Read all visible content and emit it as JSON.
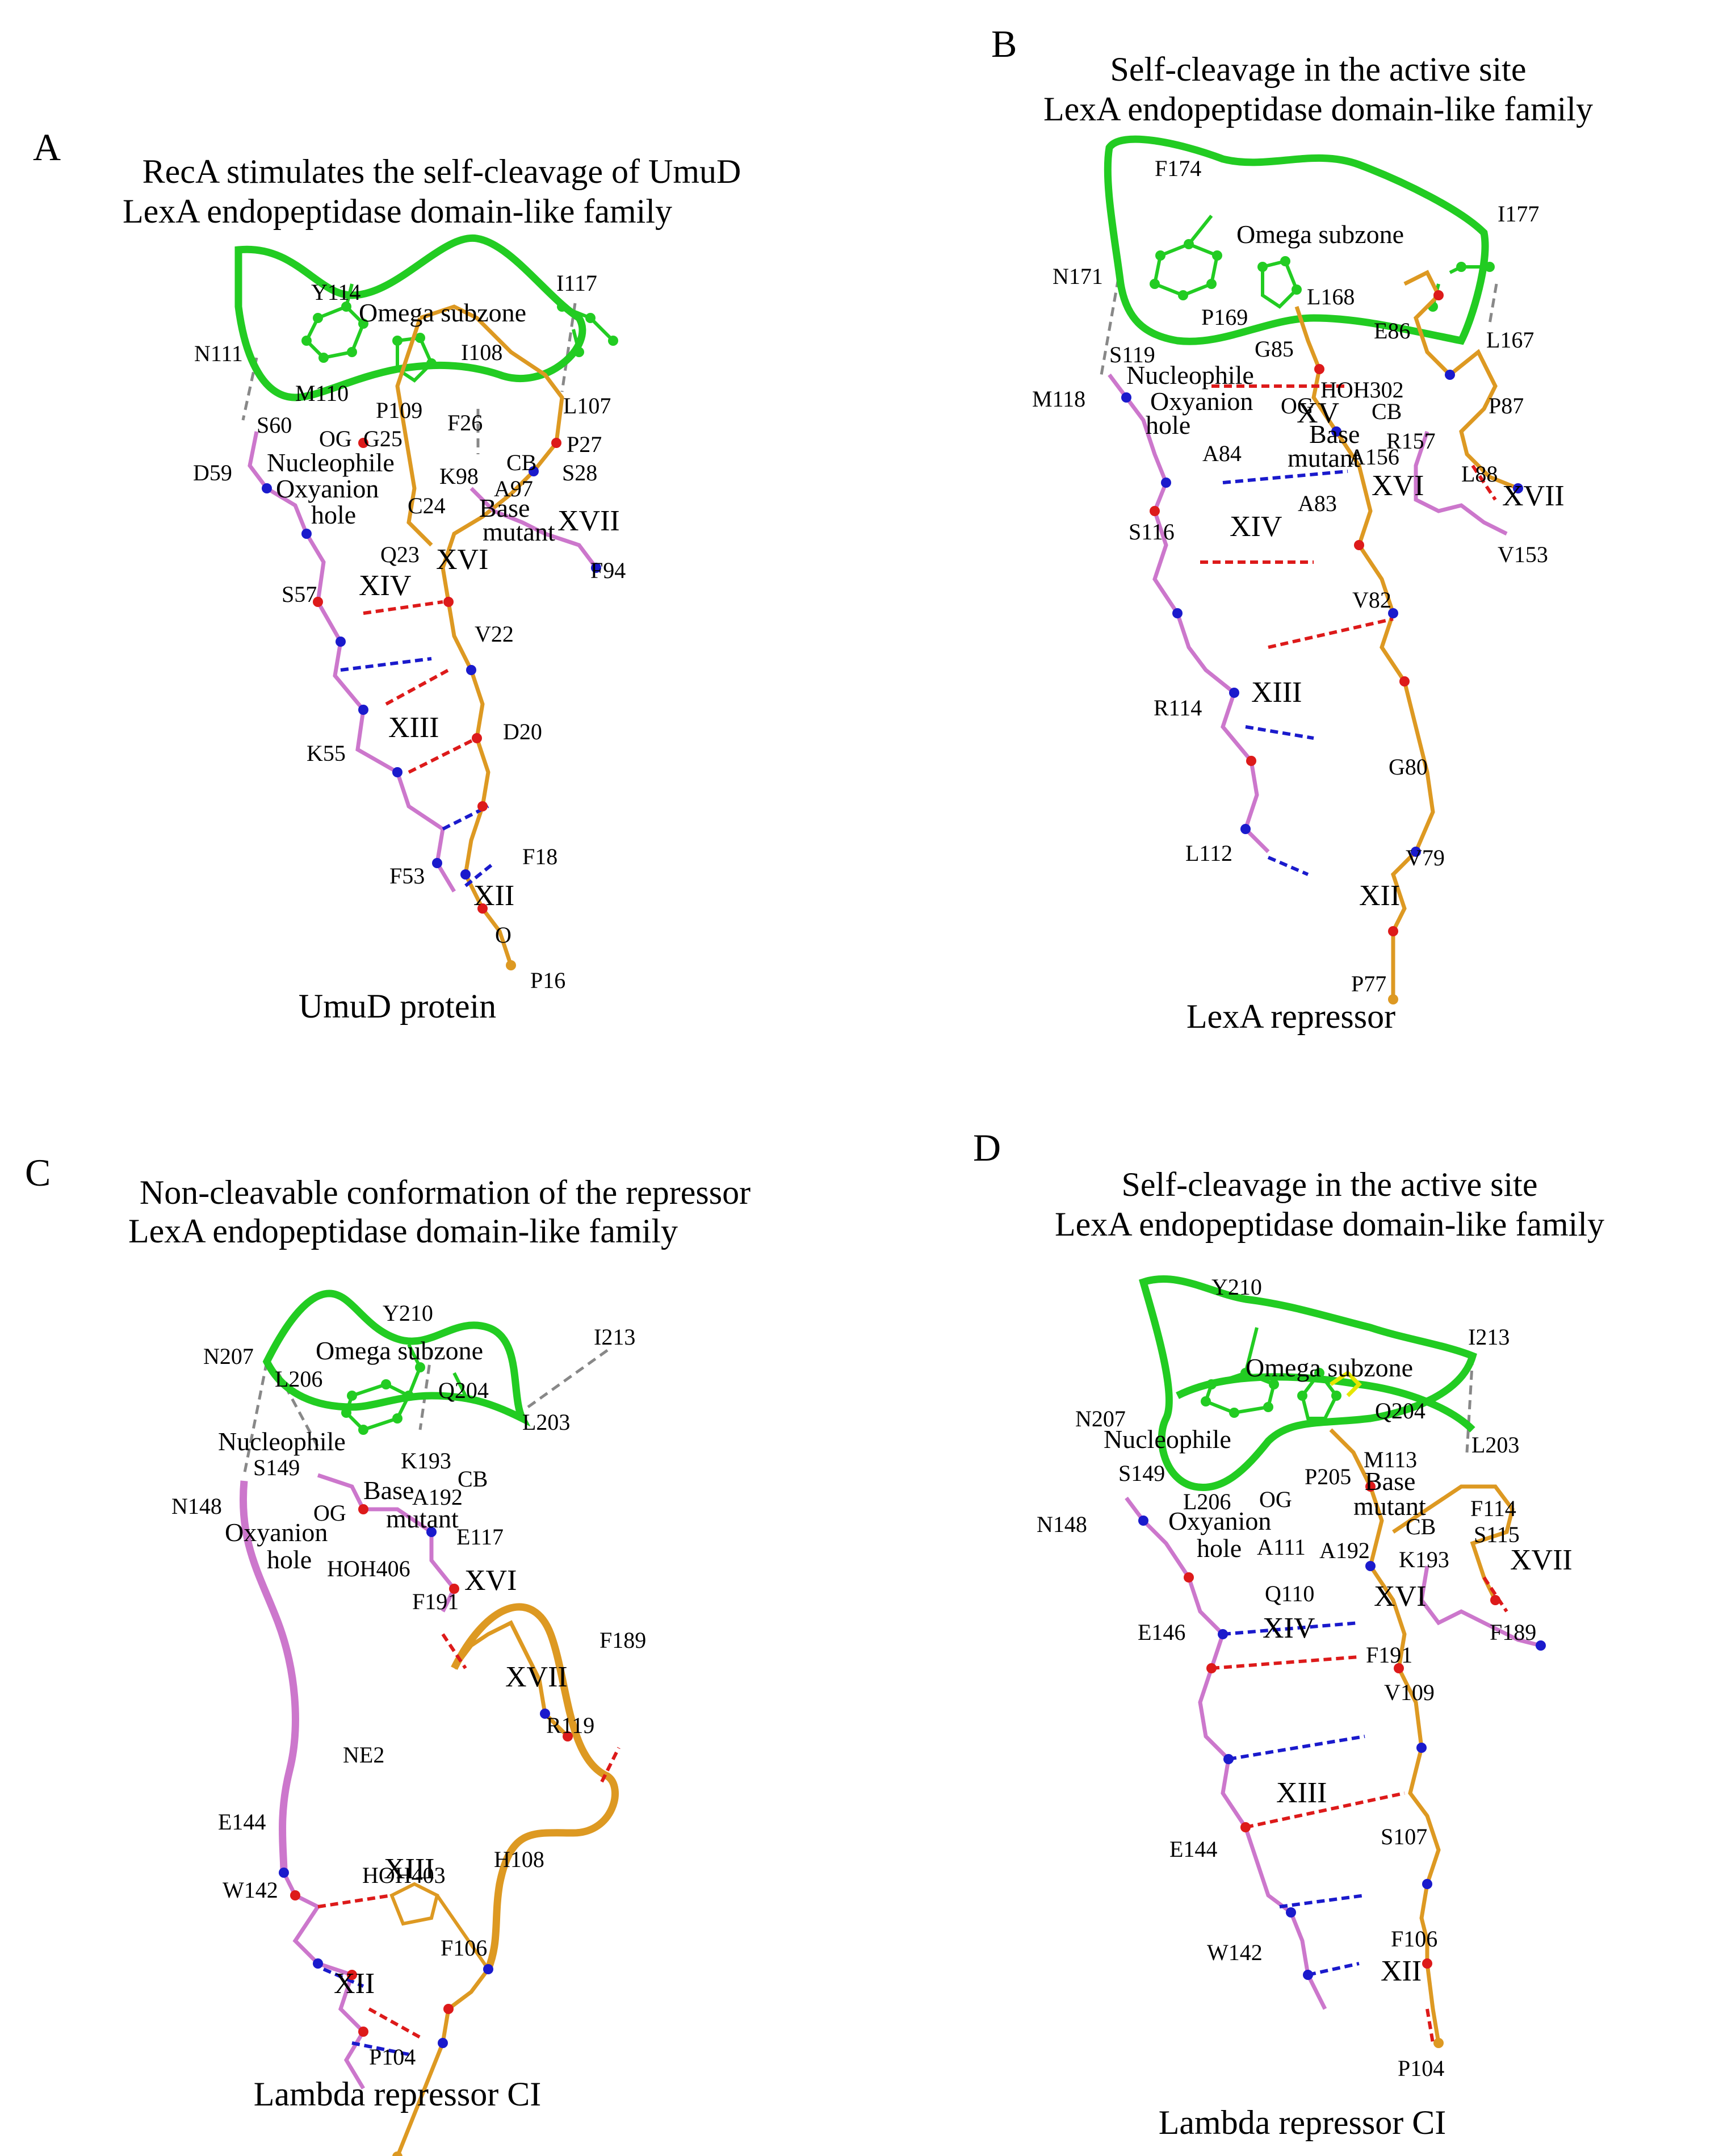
{
  "colors": {
    "omega": "#22cc22",
    "pink": "#cc77cc",
    "orange": "#dd9922",
    "nitrogen": "#1a1acc",
    "oxygen": "#dd1a1a",
    "sulfur": "#e6e600",
    "contact": "#888888"
  },
  "panels": [
    {
      "id": "A",
      "letter": "A",
      "title1": "RecA stimulates the self-cleavage of UmuD",
      "title2": "LexA endopeptidase domain-like family",
      "caption": "UmuD protein",
      "residues": [
        "Y114",
        "I117",
        "N111",
        "M110",
        "I108",
        "S60",
        "P109",
        "L107",
        "OG",
        "F26",
        "G25",
        "P27",
        "D59",
        "CB",
        "K98",
        "S28",
        "A97",
        "C24",
        "Q23",
        "F94",
        "S57",
        "V22",
        "D20",
        "K55",
        "F18",
        "F53",
        "O",
        "P16"
      ],
      "strands": [
        "XVII",
        "XVI",
        "XIV",
        "XIII",
        "XII"
      ],
      "notes": [
        "Omega subzone",
        "Nucleophile",
        "Oxyanion",
        "hole",
        "Base",
        "mutant"
      ]
    },
    {
      "id": "B",
      "letter": "B",
      "title1": "Self-cleavage in the active site",
      "title2": "LexA endopeptidase domain-like family",
      "caption": "LexA repressor",
      "residues": [
        "F174",
        "I177",
        "N171",
        "P169",
        "L168",
        "G85",
        "E86",
        "S119",
        "L167",
        "HOH302",
        "M118",
        "OG",
        "CB",
        "P87",
        "R157",
        "A84",
        "A156",
        "L88",
        "A83",
        "S116",
        "V153",
        "V82",
        "R114",
        "G80",
        "L112",
        "V79",
        "P77"
      ],
      "strands": [
        "XV",
        "XVI",
        "XVII",
        "XIV",
        "XIII",
        "XII"
      ],
      "notes": [
        "Omega subzone",
        "Nucleophile",
        "Oxyanion",
        "hole",
        "Base",
        "mutant"
      ]
    },
    {
      "id": "C",
      "letter": "C",
      "title1": "Non-cleavable conformation of the repressor",
      "title2": "LexA endopeptidase domain-like family",
      "caption": "Lambda repressor CI",
      "residues": [
        "Y210",
        "I213",
        "N207",
        "L206",
        "Q204",
        "L203",
        "S149",
        "K193",
        "CB",
        "N148",
        "OG",
        "A192",
        "E117",
        "HOH406",
        "F191",
        "F189",
        "R119",
        "NE2",
        "E144",
        "H108",
        "HOH403",
        "W142",
        "F106",
        "P104"
      ],
      "strands": [
        "XVI",
        "XVII",
        "XIII",
        "XII"
      ],
      "notes": [
        "Omega subzone",
        "Nucleophile",
        "Base",
        "mutant",
        "Oxyanion",
        "hole"
      ]
    },
    {
      "id": "D",
      "letter": "D",
      "title1": "Self-cleavage in the active site",
      "title2": "LexA endopeptidase domain-like family",
      "caption": "Lambda repressor CI",
      "residues": [
        "Y210",
        "I213",
        "N207",
        "Q204",
        "M113",
        "L203",
        "S149",
        "P205",
        "L206",
        "OG",
        "F114",
        "N148",
        "S115",
        "A111",
        "A192",
        "CB",
        "K193",
        "Q110",
        "E146",
        "F191",
        "F189",
        "V109",
        "E144",
        "S107",
        "F106",
        "W142",
        "P104"
      ],
      "strands": [
        "XVII",
        "XVI",
        "XIV",
        "XIII",
        "XII"
      ],
      "notes": [
        "Omega subzone",
        "Nucleophile",
        "Base",
        "mutant",
        "Oxyanion",
        "hole"
      ]
    }
  ]
}
